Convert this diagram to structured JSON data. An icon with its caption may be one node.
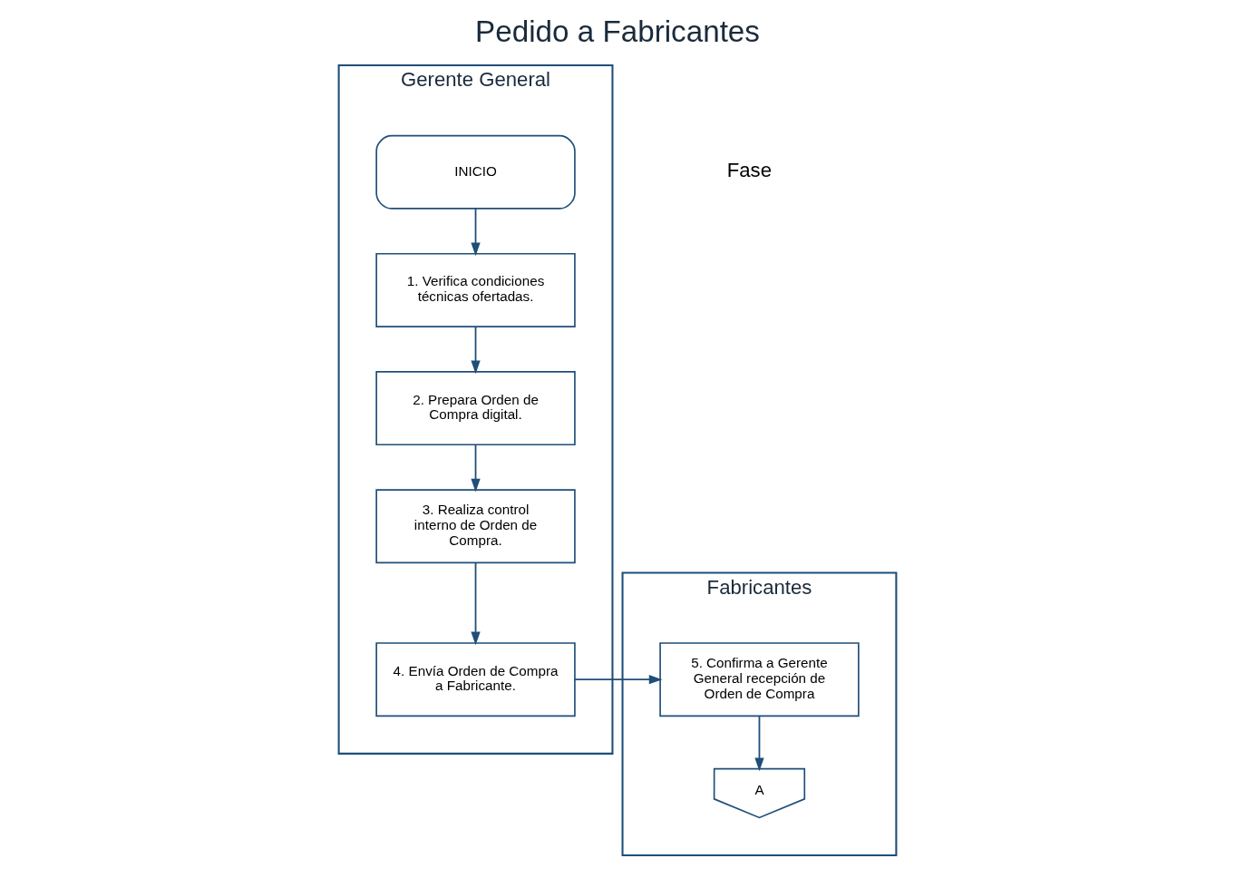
{
  "diagram": {
    "title": "Pedido a Fabricantes",
    "nodes": [
      {
        "text": [
          "Gerente General"
        ]
      },
      {
        "text": [
          "INICIO"
        ],
        "in": 0
      },
      {
        "text": [
          "1. Verifica condiciones técnicas ofertadas."
        ],
        "in": 0
      },
      {
        "text": [
          "2. Prepara Orden de Compra digital."
        ],
        "in": 0
      },
      {
        "text": [
          "3. Realiza control interno de Orden de Compra."
        ],
        "in": 0
      },
      {
        "text": [
          "4. Envía Orden de Compra a Fabricante."
        ],
        "in": 0
      },
      {
        "text": [
          "Fabricantes"
        ]
      },
      {
        "text": [
          "5. Confirma a Gerente General recepción de Orden de Compra"
        ],
        "in": 6
      },
      {
        "text": [
          "A"
        ],
        "in": 6
      }
    ],
    "edges": [
      {
        "from": 1,
        "to": 2,
        "arrow": "to"
      },
      {
        "from": 2,
        "to": 3,
        "arrow": "to"
      },
      {
        "from": 3,
        "to": 4,
        "arrow": "to"
      },
      {
        "from": 4,
        "to": 5,
        "arrow": "to"
      },
      {
        "from": 5,
        "to": 7,
        "arrow": "to"
      },
      {
        "from": 7,
        "to": 8,
        "arrow": "to"
      }
    ],
    "labels": [
      "Fase"
    ]
  }
}
